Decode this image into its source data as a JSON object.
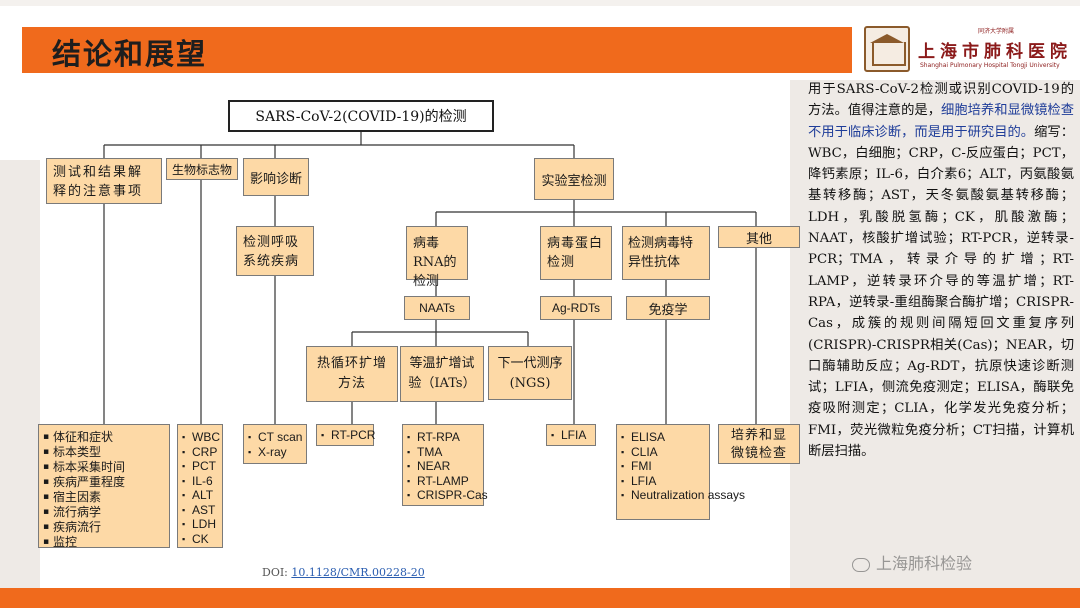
{
  "slide": {
    "title": "结论和展望",
    "logo": {
      "small_text": "同济大学附属",
      "name": "上海市肺科医院",
      "english": "Shanghai Pulmonary Hospital Tongji University"
    },
    "doi_prefix": "DOI: ",
    "doi_link": "10.1128/CMR.00228-20",
    "watermark": "上海肺科检验"
  },
  "diagram": {
    "root": "SARS-CoV-2(COVID-19)的检测",
    "categories": {
      "notes": "测试和结果解释的注意事项",
      "biomarkers": "生物标志物",
      "imaging": "影响诊断",
      "lab": "实验室检测"
    },
    "imaging_sub": "检测呼吸系统疾病",
    "lab_sub": {
      "rna": "病毒RNA的检测",
      "protein": "病毒蛋白检测",
      "antibody": "检测病毒特异性抗体",
      "other": "其他"
    },
    "methods": {
      "naats": "NAATs",
      "agrdts": "Ag-RDTs",
      "immuno": "免疫学"
    },
    "naat_sub": {
      "thermal": "热循环扩增方法",
      "iso": "等温扩增试验（IATs）",
      "ngs": "下一代测序(NGS)"
    },
    "lists": {
      "notes": [
        "体征和症状",
        "标本类型",
        "标本采集时间",
        "疾病严重程度",
        "宿主因素",
        "流行病学",
        "疾病流行",
        "监控"
      ],
      "biomarkers": [
        "WBC",
        "CRP",
        "PCT",
        "IL-6",
        "ALT",
        "AST",
        "LDH",
        "CK"
      ],
      "imaging": [
        "CT scan",
        "X-ray"
      ],
      "thermal": [
        "RT-PCR"
      ],
      "iso": [
        "RT-RPA",
        "TMA",
        "NEAR",
        "RT-LAMP",
        "CRISPR-Cas"
      ],
      "agrdts": [
        "LFIA"
      ],
      "immuno": [
        "ELISA",
        "CLIA",
        "FMI",
        "LFIA",
        "Neutralization assays"
      ]
    },
    "other_leaf": "培养和显微镜检查"
  },
  "notes_text": {
    "p1": "用于SARS-CoV-2检测或识别COVID-19的方法。值得注意的是，",
    "p2": "细胞培养和显微镜检查不用于临床诊断，而是用于研究目的。",
    "p3": "缩写：WBC，白细胞；CRP，C-反应蛋白；PCT，降钙素原；IL-6，白介素6；ALT，丙氨酸氨基转移酶；AST，天冬氨酸氨基转移酶；LDH，乳酸脱氢酶；CK，肌酸激酶；NAAT，核酸扩增试验；RT-PCR，逆转录-PCR；TMA，转录介导的扩增；RT-LAMP，逆转录环介导的等温扩增；RT-RPA，逆转录-重组酶聚合酶扩增；CRISPR-Cas，成簇的规则间隔短回文重复序列(CRISPR)-CRISPR相关(Cas)；NEAR，切口酶辅助反应；Ag-RDT，抗原快速诊断测试；LFIA，侧流免疫测定；ELISA，酶联免疫吸附测定；CLIA，化学发光免疫分析；FMI，荧光微粒免疫分析；CT扫描，计算机断层扫描。"
  },
  "colors": {
    "accent": "#f06a1c",
    "box_fill": "#fdd9a6",
    "highlight_text": "#1f3d99"
  }
}
